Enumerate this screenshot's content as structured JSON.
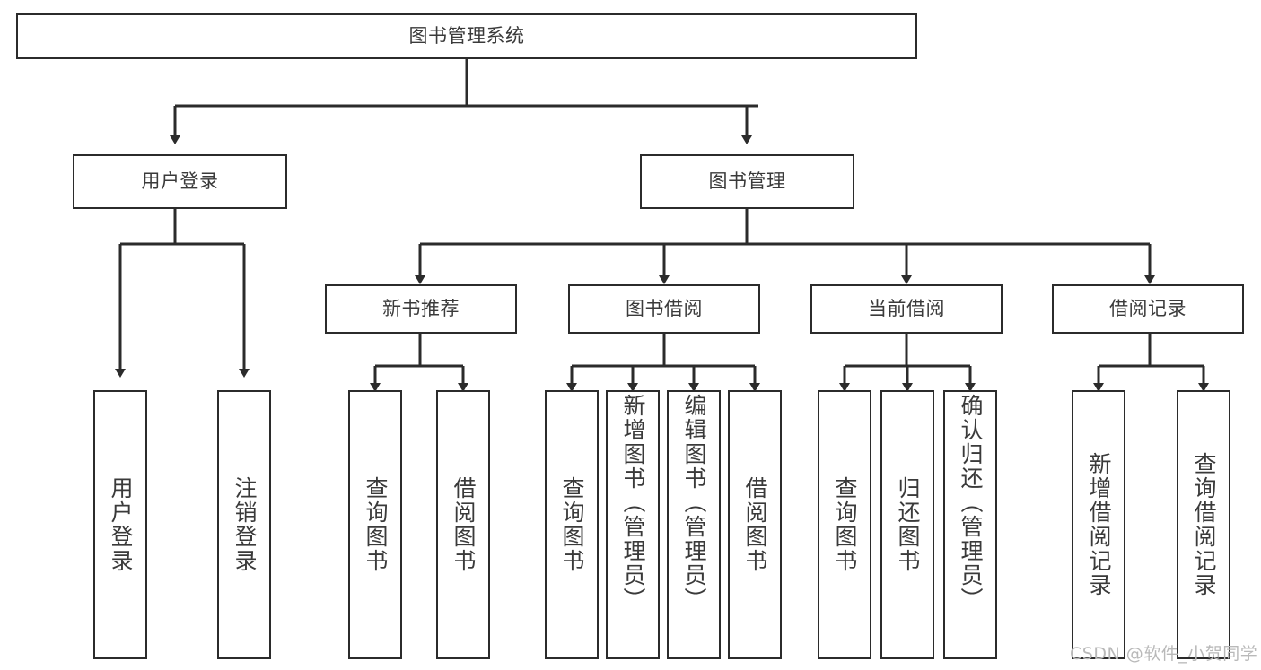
{
  "diagram": {
    "type": "tree-hierarchy",
    "title": "图书管理系统",
    "root": {
      "id": "root",
      "label": "图书管理系统",
      "orientation": "horizontal"
    },
    "level1": [
      {
        "id": "user-login",
        "label": "用户登录",
        "orientation": "horizontal"
      },
      {
        "id": "book-manage",
        "label": "图书管理",
        "orientation": "horizontal"
      }
    ],
    "level2": [
      {
        "id": "new-book-rec",
        "label": "新书推荐",
        "parent": "book-manage",
        "orientation": "horizontal"
      },
      {
        "id": "book-borrow",
        "label": "图书借阅",
        "parent": "book-manage",
        "orientation": "horizontal"
      },
      {
        "id": "current-borrow",
        "label": "当前借阅",
        "parent": "book-manage",
        "orientation": "horizontal"
      },
      {
        "id": "borrow-record",
        "label": "借阅记录",
        "parent": "book-manage",
        "orientation": "horizontal"
      }
    ],
    "leaves": [
      {
        "id": "leaf-user-login",
        "label": "用户登录",
        "parent": "user-login",
        "orientation": "vertical"
      },
      {
        "id": "leaf-logout",
        "label": "注销登录",
        "parent": "user-login",
        "orientation": "vertical"
      },
      {
        "id": "leaf-query-book-1",
        "label": "查询图书",
        "parent": "new-book-rec",
        "orientation": "vertical"
      },
      {
        "id": "leaf-borrow-book-1",
        "label": "借阅图书",
        "parent": "new-book-rec",
        "orientation": "vertical"
      },
      {
        "id": "leaf-query-book-2",
        "label": "查询图书",
        "parent": "book-borrow",
        "orientation": "vertical"
      },
      {
        "id": "leaf-add-book",
        "label": "新增图书（管理员）",
        "parent": "book-borrow",
        "orientation": "vertical"
      },
      {
        "id": "leaf-edit-book",
        "label": "编辑图书（管理员）",
        "parent": "book-borrow",
        "orientation": "vertical"
      },
      {
        "id": "leaf-borrow-book-2",
        "label": "借阅图书",
        "parent": "book-borrow",
        "orientation": "vertical"
      },
      {
        "id": "leaf-query-book-3",
        "label": "查询图书",
        "parent": "current-borrow",
        "orientation": "vertical"
      },
      {
        "id": "leaf-return-book",
        "label": "归还图书",
        "parent": "current-borrow",
        "orientation": "vertical"
      },
      {
        "id": "leaf-confirm-return",
        "label": "确认归还（管理员）",
        "parent": "current-borrow",
        "orientation": "vertical"
      },
      {
        "id": "leaf-add-record",
        "label": "新增借阅记录",
        "parent": "borrow-record",
        "orientation": "vertical"
      },
      {
        "id": "leaf-query-record",
        "label": "查询借阅记录",
        "parent": "borrow-record",
        "orientation": "vertical"
      }
    ],
    "watermark": "CSDN @软件_小贺同学",
    "colors": {
      "stroke": "#2b2b2b",
      "text": "#3a3a3a",
      "background": "#ffffff",
      "watermark": "#b9b9b9"
    }
  }
}
